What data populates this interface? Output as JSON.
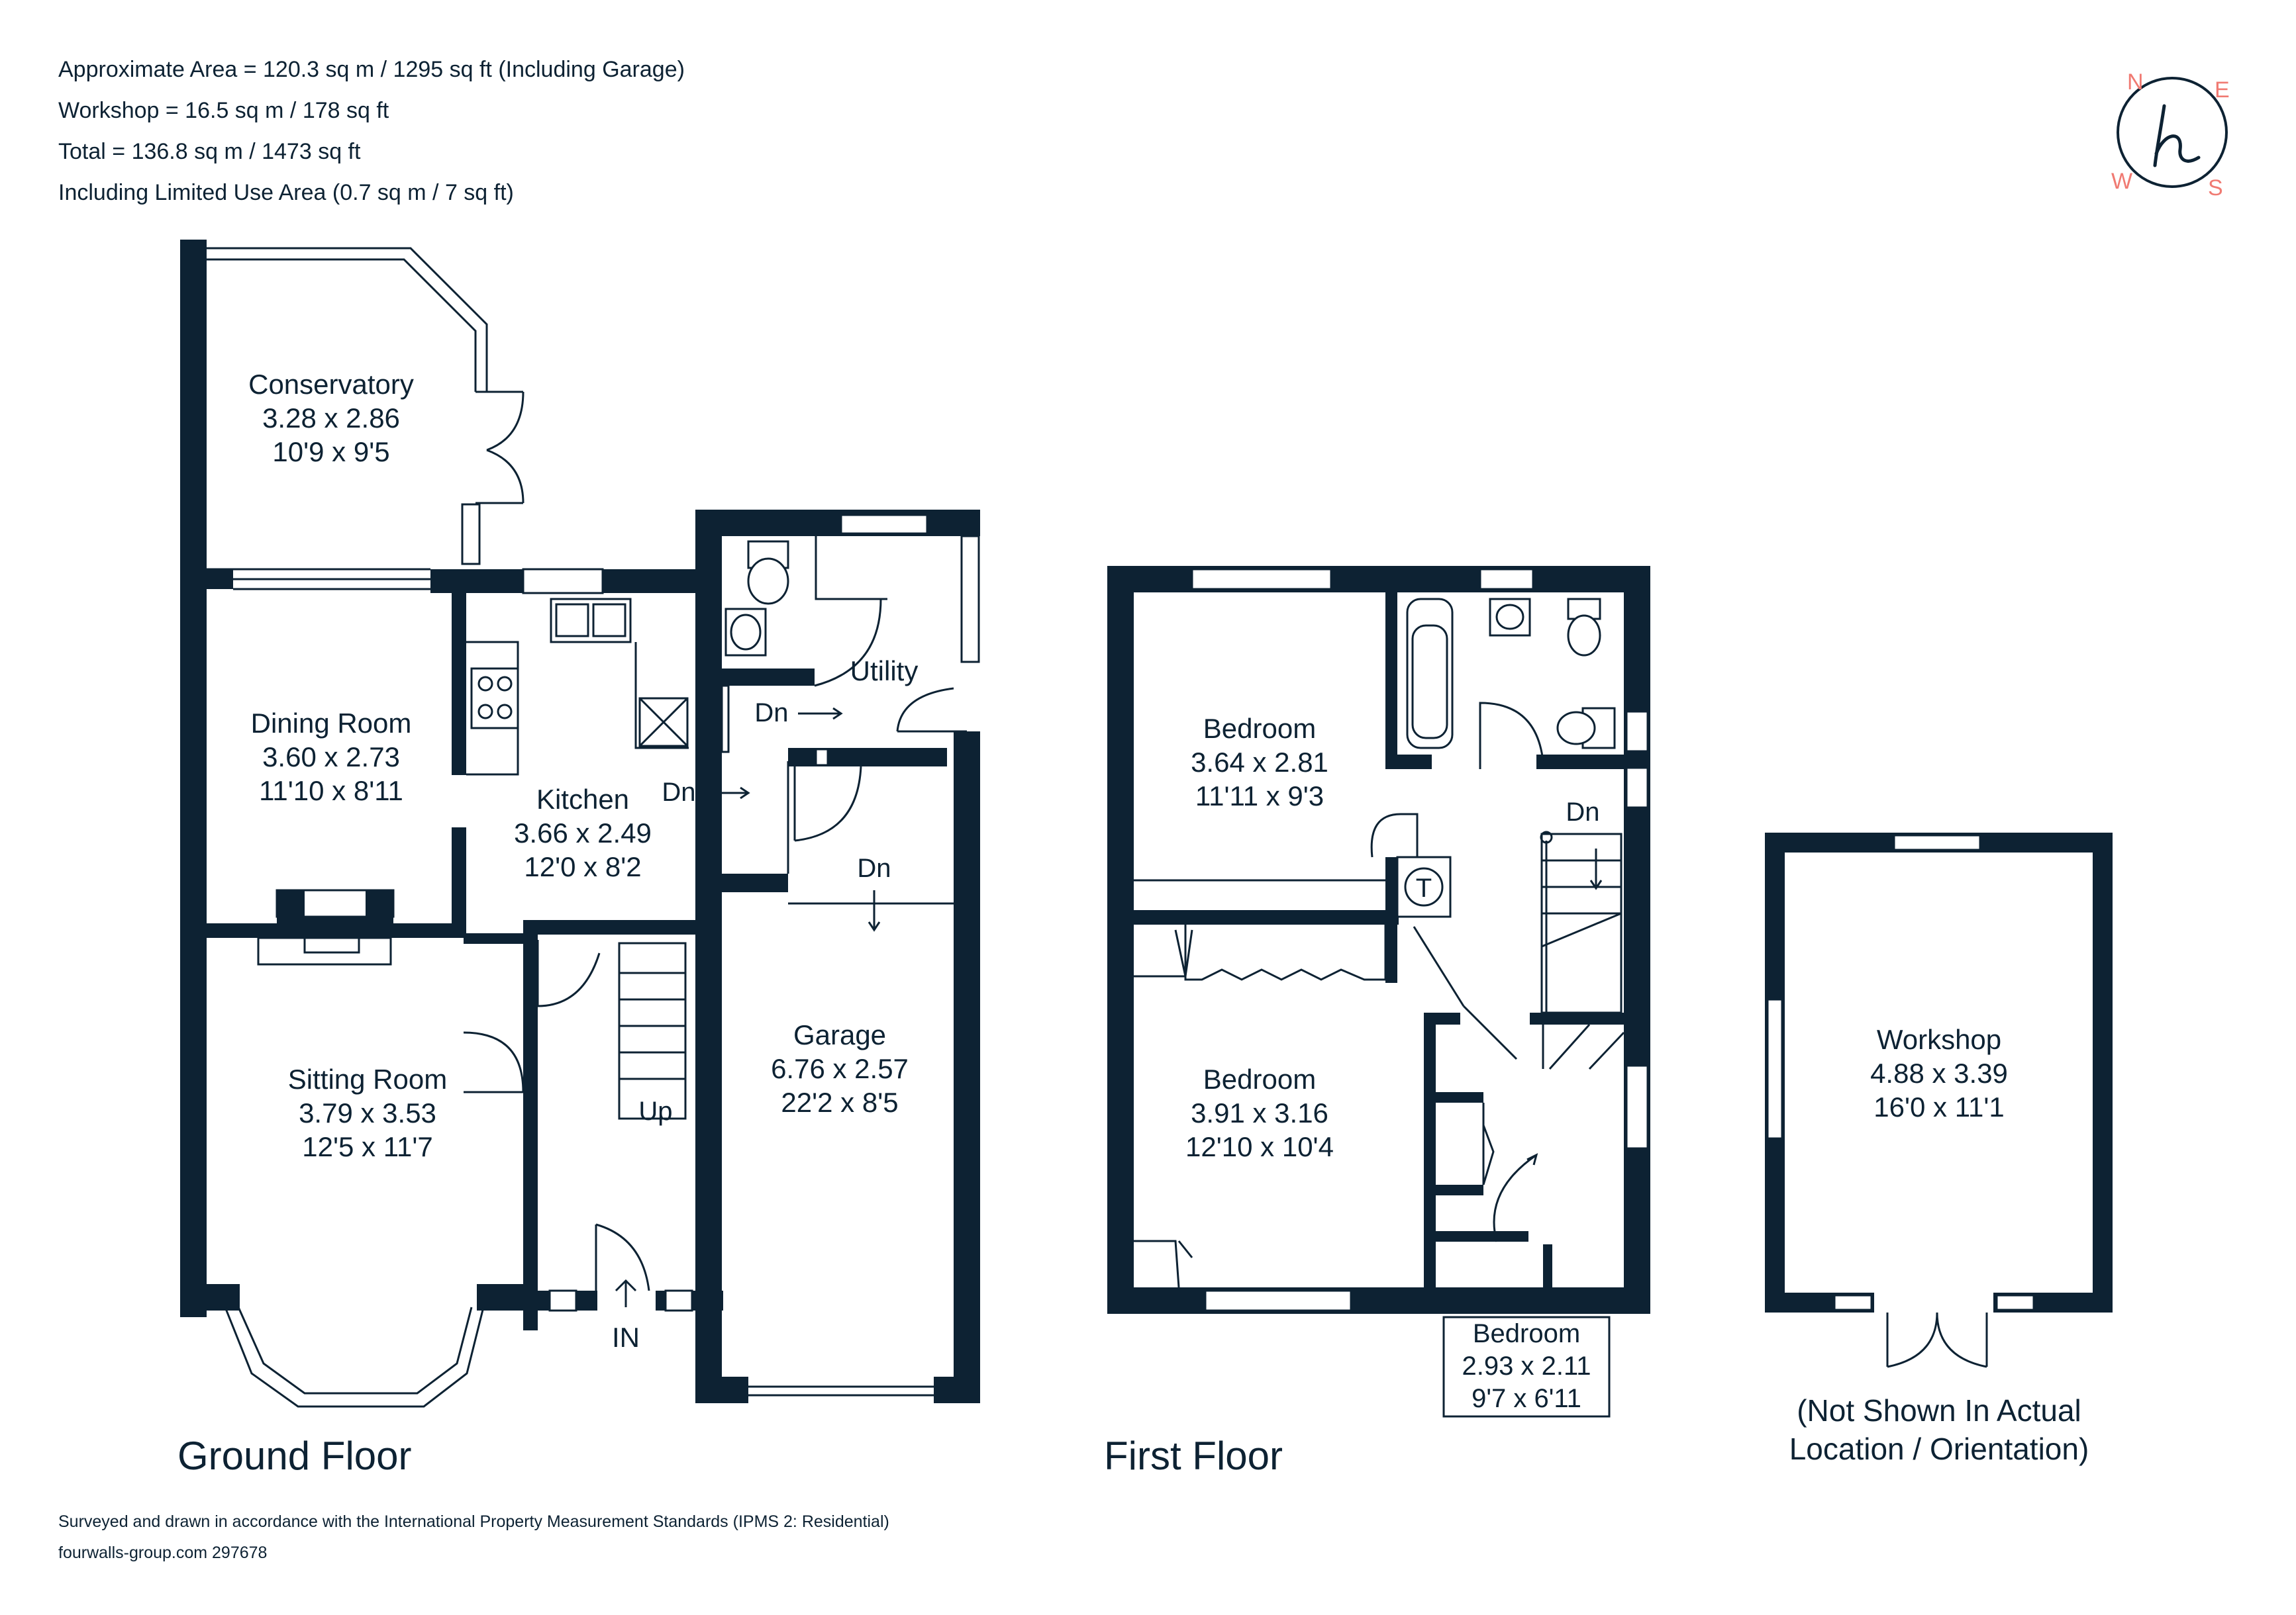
{
  "header": {
    "line1": "Approximate Area = 120.3 sq m / 1295 sq ft (Including Garage)",
    "line2": "Workshop = 16.5 sq m / 178 sq ft",
    "line3": "Total = 136.8 sq m / 1473 sq ft",
    "line4": "Including Limited Use Area (0.7 sq m / 7 sq ft)"
  },
  "compass": {
    "n": "N",
    "e": "E",
    "s": "S",
    "w": "W",
    "logo": "h",
    "accent_color": "#f07a72"
  },
  "ground_floor": {
    "title": "Ground Floor",
    "rooms": {
      "conservatory": {
        "name": "Conservatory",
        "metric": "3.28 x 2.86",
        "imperial": "10'9 x 9'5"
      },
      "dining": {
        "name": "Dining Room",
        "metric": "3.60 x 2.73",
        "imperial": "11'10 x 8'11"
      },
      "kitchen": {
        "name": "Kitchen",
        "metric": "3.66 x 2.49",
        "imperial": "12'0 x 8'2"
      },
      "utility": {
        "name": "Utility"
      },
      "sitting": {
        "name": "Sitting Room",
        "metric": "3.79 x 3.53",
        "imperial": "12'5 x 11'7"
      },
      "garage": {
        "name": "Garage",
        "metric": "6.76 x 2.57",
        "imperial": "22'2 x 8'5"
      }
    },
    "marks": {
      "dn_utility": "Dn",
      "dn_kitchen": "Dn",
      "dn_garage": "Dn",
      "up": "Up",
      "in": "IN"
    }
  },
  "first_floor": {
    "title": "First Floor",
    "rooms": {
      "bed1": {
        "name": "Bedroom",
        "metric": "3.64 x 2.81",
        "imperial": "11'11 x 9'3"
      },
      "bed2": {
        "name": "Bedroom",
        "metric": "3.91 x 3.16",
        "imperial": "12'10 x 10'4"
      },
      "bed3": {
        "name": "Bedroom",
        "metric": "2.93 x 2.11",
        "imperial": "9'7 x 6'11"
      }
    },
    "marks": {
      "dn": "Dn",
      "tank": "T"
    }
  },
  "workshop": {
    "name": "Workshop",
    "metric": "4.88 x 3.39",
    "imperial": "16'0 x 11'1",
    "note_line1": "(Not Shown In Actual",
    "note_line2": "Location / Orientation)"
  },
  "footer": {
    "line1": "Surveyed and drawn in accordance with the International Property Measurement Standards (IPMS 2: Residential)",
    "line2": "fourwalls-group.com 297678"
  }
}
